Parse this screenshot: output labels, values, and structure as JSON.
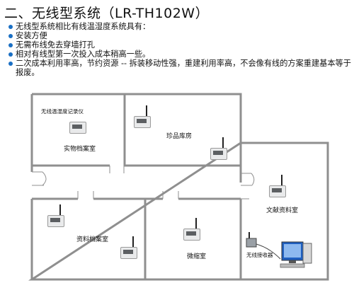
{
  "title": "二、无线型系统（LR-TH102W）",
  "bullets": [
    "无线型系统相比有线温湿度系统具有：",
    "安装方便",
    "无需布线免去穿墙打孔",
    "相对有线型第一次投入成本稍高一些。",
    "二次成本利用率高，节约资源 -- 拆装移动性强，重建利用率高，不会像有线的方案重建基本等于报废。"
  ],
  "rooms": {
    "device_label": "无线温湿度记录仪",
    "room1": "实物档案室",
    "room2": "珍品库房",
    "room3": "资料档案室",
    "room4": "微缩室",
    "room5": "文献资料室",
    "receiver_label": "无线接收器"
  },
  "colors": {
    "bullet_dot": "#1a6fc4",
    "wall": "#8f8f8f"
  }
}
